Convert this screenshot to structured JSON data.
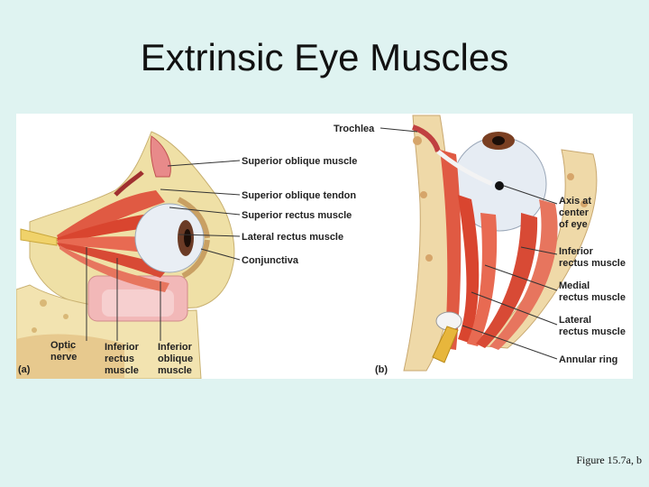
{
  "slide": {
    "title": "Extrinsic Eye Muscles",
    "caption": "Figure 15.7a, b"
  },
  "panel_a": {
    "tag": "(a)",
    "labels": {
      "superior_oblique_muscle": "Superior oblique muscle",
      "superior_oblique_tendon": "Superior oblique tendon",
      "superior_rectus_muscle": "Superior rectus muscle",
      "lateral_rectus_muscle": "Lateral rectus muscle",
      "conjunctiva": "Conjunctiva",
      "optic_nerve_1": "Optic",
      "optic_nerve_2": "nerve",
      "inferior_rectus_1": "Inferior",
      "inferior_rectus_2": "rectus",
      "inferior_rectus_3": "muscle",
      "inferior_oblique_1": "Inferior",
      "inferior_oblique_2": "oblique",
      "inferior_oblique_3": "muscle"
    }
  },
  "panel_b": {
    "tag": "(b)",
    "labels": {
      "trochlea": "Trochlea",
      "axis_1": "Axis at",
      "axis_2": "center",
      "axis_3": "of eye",
      "inferior_rectus_1": "Inferior",
      "inferior_rectus_2": "rectus muscle",
      "medial_rectus_1": "Medial",
      "medial_rectus_2": "rectus muscle",
      "lateral_rectus_1": "Lateral",
      "lateral_rectus_2": "rectus muscle",
      "annular_ring": "Annular ring"
    }
  }
}
